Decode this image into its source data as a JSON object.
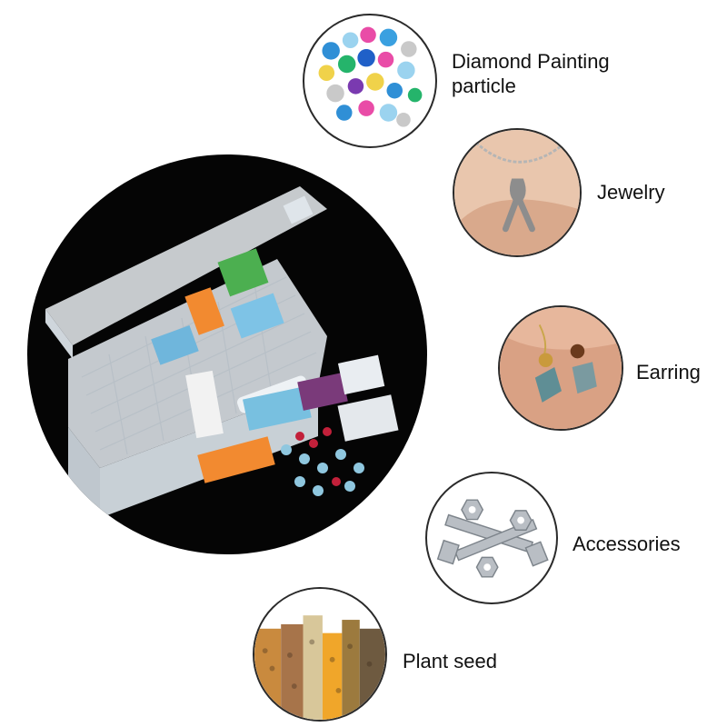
{
  "uses": [
    {
      "id": "diamond",
      "label_line1": "Diamond Painting",
      "label_line2": "particle"
    },
    {
      "id": "jewelry",
      "label_line1": "Jewelry"
    },
    {
      "id": "earring",
      "label_line1": "Earring"
    },
    {
      "id": "accessories",
      "label_line1": "Accessories"
    },
    {
      "id": "seed",
      "label_line1": "Plant seed"
    }
  ],
  "colors": {
    "background": "#ffffff",
    "main_circle": "#050505",
    "thumb_border": "#2a2a2a",
    "text": "#111111"
  }
}
